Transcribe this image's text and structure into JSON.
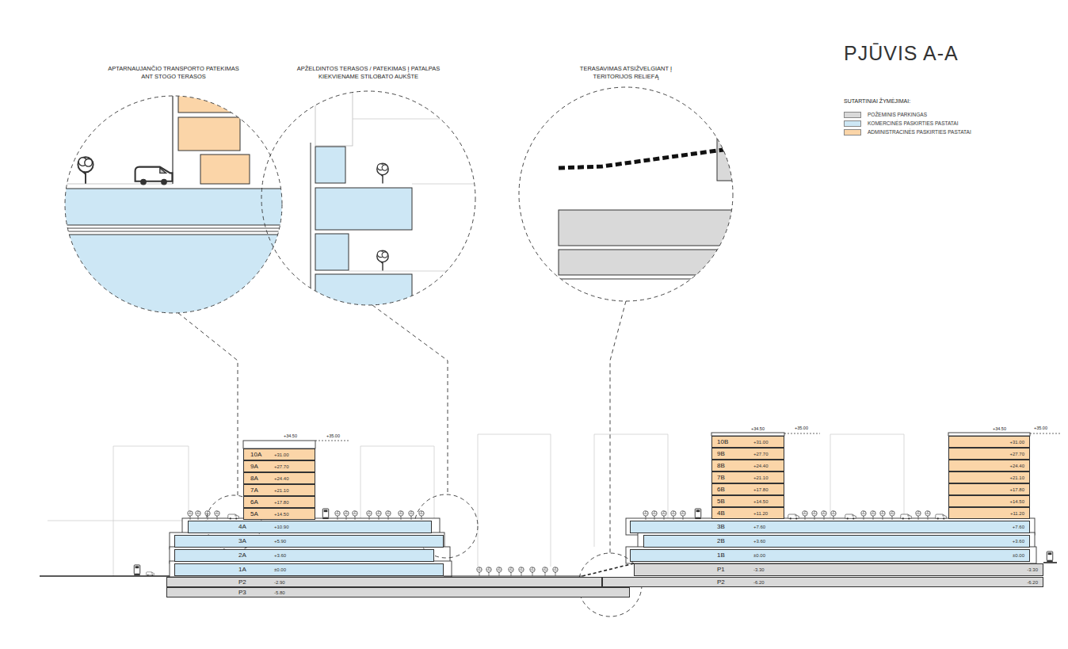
{
  "diagram": {
    "title": "PJŪVIS A-A",
    "nodes": [
      {
        "text": [
          "10A",
          "+31.00"
        ]
      },
      {
        "text": [
          "9A",
          "+27.70"
        ]
      },
      {
        "text": [
          "8A",
          "+24.40"
        ]
      },
      {
        "text": [
          "7A",
          "+21.10"
        ]
      },
      {
        "text": [
          "6A",
          "+17.80"
        ]
      },
      {
        "text": [
          "5A",
          "+14.50"
        ]
      },
      {
        "text": [
          "4A",
          "+10.90"
        ]
      },
      {
        "text": [
          "3A",
          "+5.90"
        ]
      },
      {
        "text": [
          "2A",
          "+3.60"
        ]
      },
      {
        "text": [
          "1A",
          "±0.00"
        ]
      },
      {
        "text": [
          "P2",
          "-2.90"
        ]
      },
      {
        "text": [
          "P3",
          "-5.80"
        ]
      },
      {
        "text": [
          "10B",
          "+31.00"
        ]
      },
      {
        "text": [
          "9B",
          "+27.70"
        ]
      },
      {
        "text": [
          "8B",
          "+24.40"
        ]
      },
      {
        "text": [
          "7B",
          "+21.10"
        ]
      },
      {
        "text": [
          "6B",
          "+17.80"
        ]
      },
      {
        "text": [
          "5B",
          "+14.50"
        ]
      },
      {
        "text": [
          "4B",
          "+11.20"
        ]
      },
      {
        "text": [
          "+31.00"
        ]
      },
      {
        "text": [
          "+27.70"
        ]
      },
      {
        "text": [
          "+24.40"
        ]
      },
      {
        "text": [
          "+21.10"
        ]
      },
      {
        "text": [
          "+17.80"
        ]
      },
      {
        "text": [
          "+14.50"
        ]
      },
      {
        "text": [
          "+11.20"
        ]
      },
      {
        "text": [
          "3B",
          "+7.60",
          "+7.60"
        ]
      },
      {
        "text": [
          "2B",
          "+3.60",
          "+3.60"
        ]
      },
      {
        "text": [
          "1B",
          "±0.00",
          "±0.00"
        ]
      },
      {
        "text": [
          "P1",
          "-3.30",
          "-3.30"
        ]
      },
      {
        "text": [
          "P2",
          "-6.20",
          "-6.20"
        ]
      }
    ],
    "labels": [
      "APTARNAUJANČIO TRANSPORTO PATEKIMAS ANT STOGO TERASOS",
      "APŽELDINTOS TERASOS / PATEKIMAS Į PATALPAS KIEKVIENAME STILOBATO AUKŠTE",
      "TERASAVIMAS ATSIŽVELGIANT Į TERITORIJOS RELIEFĄ",
      "SUTARTINIAI ŽYMĖJIMAI:",
      "+34.50",
      "+35.00",
      "+34.50",
      "+35.00",
      "+34.50",
      "+35.00"
    ],
    "legend": [
      {
        "text": "POŽEMINIS PARKINGAS",
        "color": "#d9d9d9"
      },
      {
        "text": "KOMERCINĖS PASKIRTIES PASTATAI",
        "color": "#cde7f5"
      },
      {
        "text": "ADMINISTRACINĖS PASKIRTIES PASTATAI",
        "color": "#fbd5a8"
      }
    ]
  }
}
